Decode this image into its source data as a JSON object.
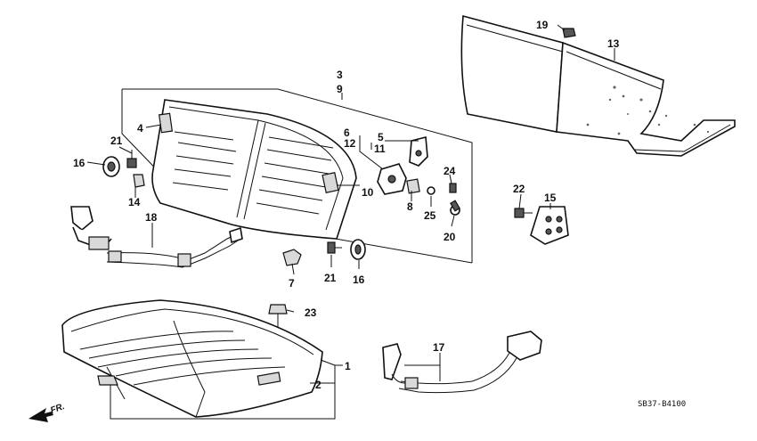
{
  "diagram": {
    "code": "SB37-B4100",
    "direction_label": "FR.",
    "callouts": {
      "c1": "1",
      "c2": "2",
      "c3": "3",
      "c4": "4",
      "c5": "5",
      "c6": "6",
      "c7": "7",
      "c8": "8",
      "c9": "9",
      "c10": "10",
      "c11": "11",
      "c12": "12",
      "c13": "13",
      "c14": "14",
      "c15": "15",
      "c16a": "16",
      "c16b": "16",
      "c17": "17",
      "c18": "18",
      "c19": "19",
      "c20": "20",
      "c21a": "21",
      "c21b": "21",
      "c22": "22",
      "c23": "23",
      "c24": "24",
      "c25": "25"
    }
  }
}
